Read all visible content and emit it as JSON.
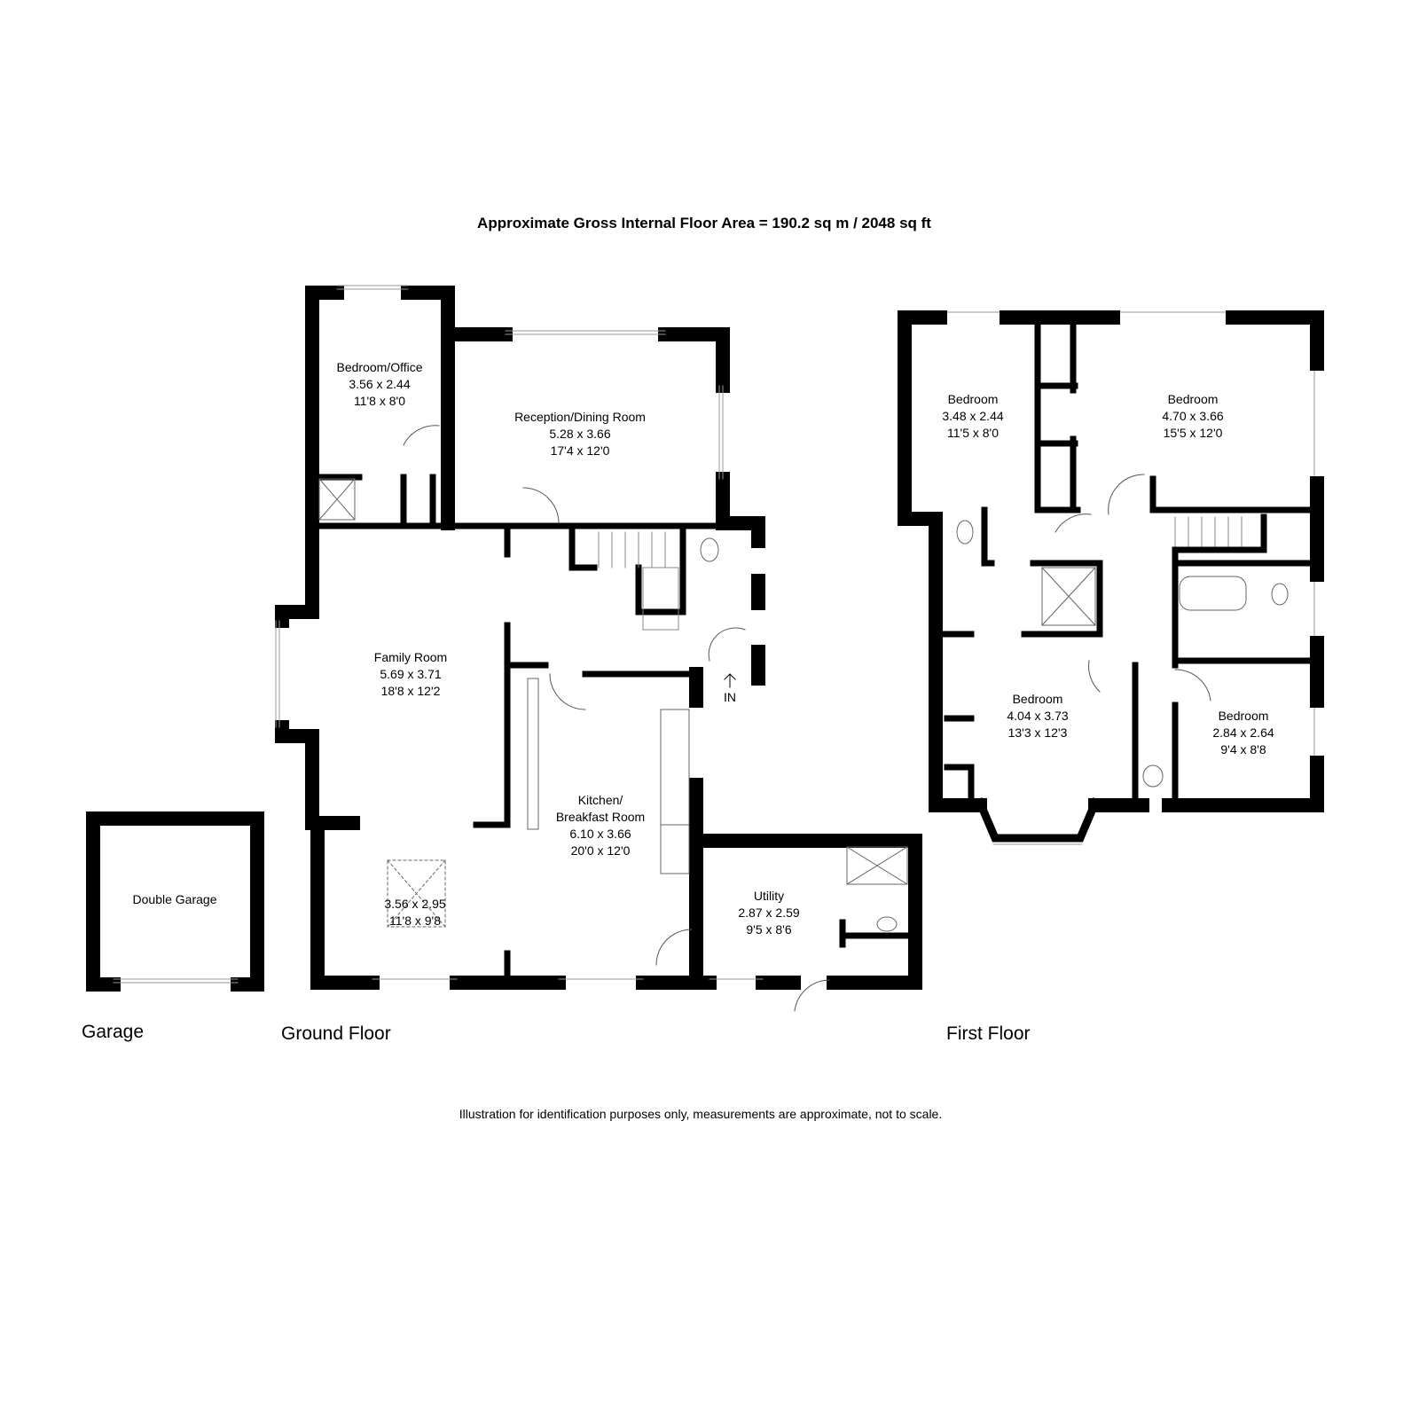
{
  "title": "Approximate Gross Internal Floor Area = 190.2 sq m / 2048 sq ft",
  "disclaimer": "Illustration for identification purposes only, measurements are approximate, not to scale.",
  "floors": {
    "garage": "Garage",
    "ground": "Ground Floor",
    "first": "First Floor"
  },
  "entrance_label": "IN",
  "rooms": {
    "bedroom_office": {
      "name": "Bedroom/Office",
      "metric": "3.56 x 2.44",
      "imperial": "11'8 x 8'0"
    },
    "reception": {
      "name": "Reception/Dining Room",
      "metric": "5.28 x 3.66",
      "imperial": "17'4 x 12'0"
    },
    "family": {
      "name": "Family Room",
      "metric": "5.69 x 3.71",
      "imperial": "18'8 x 12'2"
    },
    "conservatory": {
      "metric": "3.56 x 2.95",
      "imperial": "11'8 x 9'8"
    },
    "kitchen": {
      "name1": "Kitchen/",
      "name2": "Breakfast Room",
      "metric": "6.10 x 3.66",
      "imperial": "20'0 x 12'0"
    },
    "utility": {
      "name": "Utility",
      "metric": "2.87 x 2.59",
      "imperial": "9'5 x 8'6"
    },
    "garage": {
      "name": "Double Garage"
    },
    "bed1": {
      "name": "Bedroom",
      "metric": "3.48 x 2.44",
      "imperial": "11'5 x 8'0"
    },
    "bed2": {
      "name": "Bedroom",
      "metric": "4.70 x 3.66",
      "imperial": "15'5 x 12'0"
    },
    "bed3": {
      "name": "Bedroom",
      "metric": "4.04 x 3.73",
      "imperial": "13'3 x 12'3"
    },
    "bed4": {
      "name": "Bedroom",
      "metric": "2.84 x 2.64",
      "imperial": "9'4 x 8'8"
    }
  }
}
